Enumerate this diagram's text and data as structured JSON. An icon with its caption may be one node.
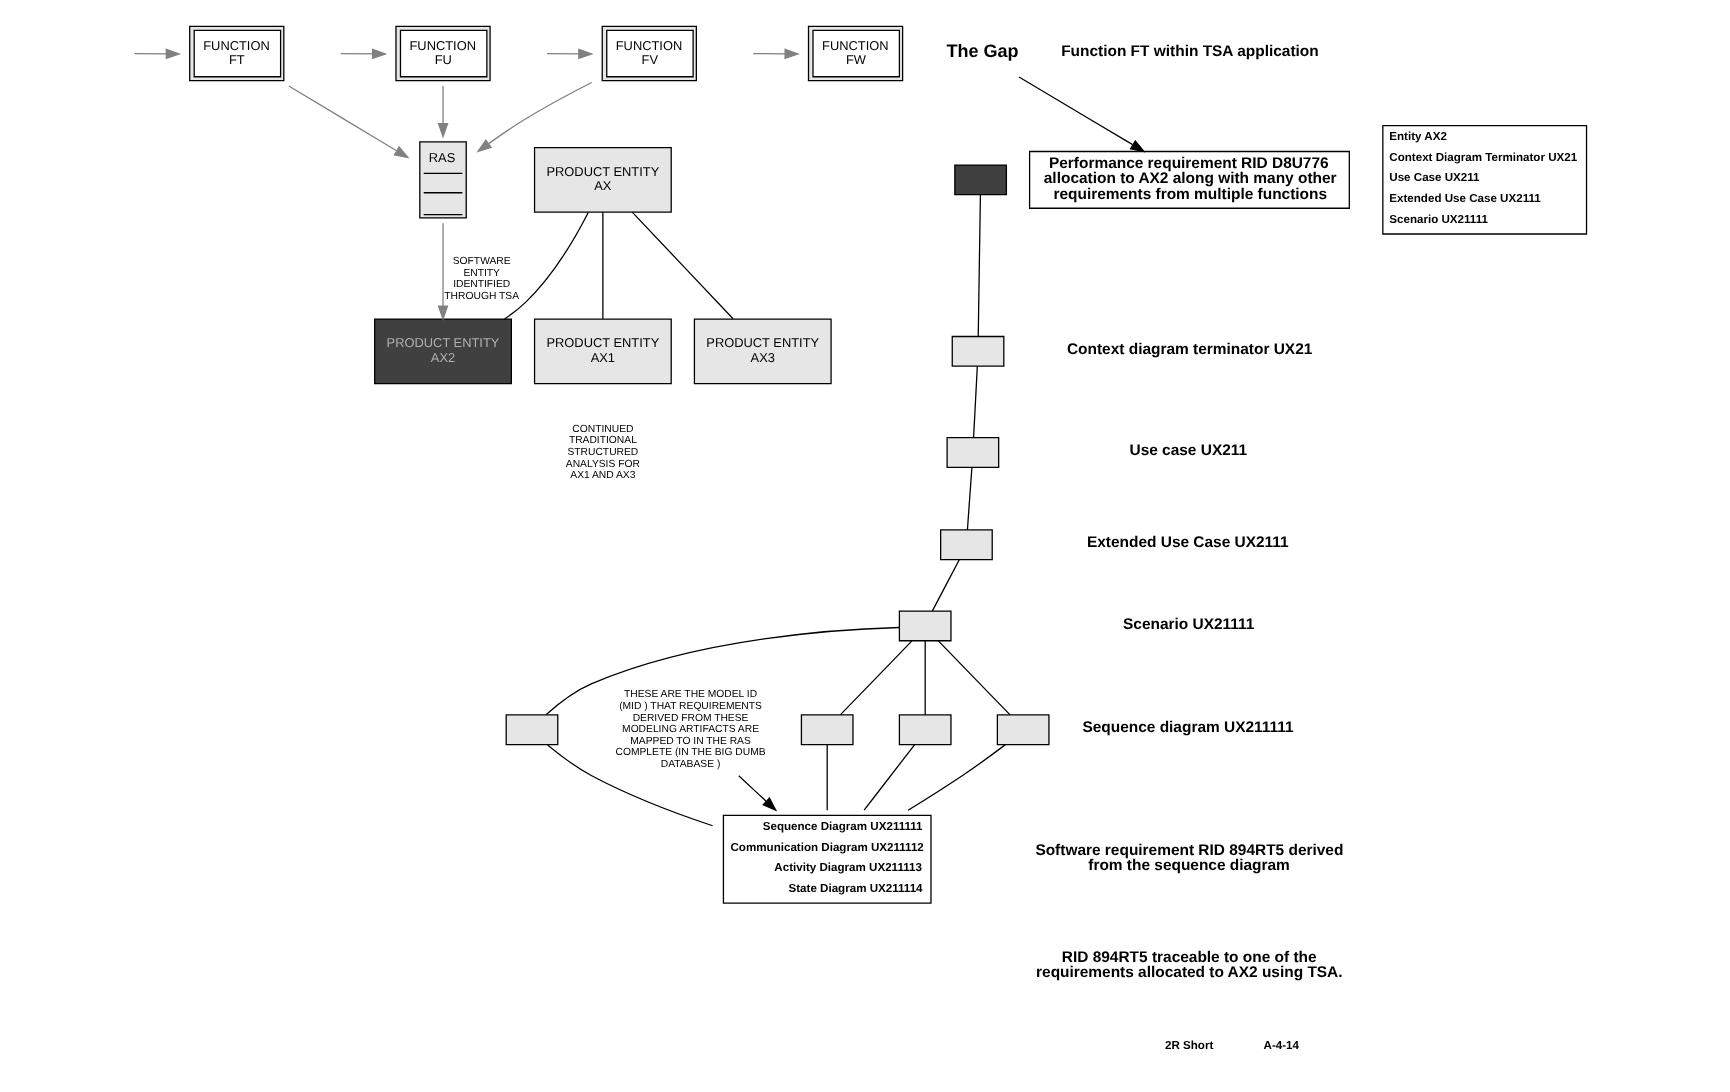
{
  "diagram": {
    "nodes": [
      {
        "text": [
          "FUNCTION FT"
        ]
      },
      {
        "text": [
          "FUNCTION FU"
        ]
      },
      {
        "text": [
          "FUNCTION FV"
        ]
      },
      {
        "text": [
          "FUNCTION FW"
        ]
      },
      {
        "text": [
          "RAS"
        ]
      },
      {
        "text": [
          "PRODUCT ENTITY AX"
        ]
      },
      {
        "text": [
          "PRODUCT ENTITY AX1"
        ]
      },
      {
        "text": [
          "PRODUCT ENTITY AX2"
        ]
      },
      {
        "text": [
          "PRODUCT ENTITY AX3"
        ]
      },
      {
        "text": [
          "The Gap"
        ]
      },
      {
        "text": [
          "Performance requirement RID D8U776 allocation to AX2 along with many other requirements from multiple functions"
        ]
      },
      {
        "text": [],
        "shape": "box"
      },
      {
        "text": [],
        "shape": "box"
      },
      {
        "text": [],
        "shape": "box"
      },
      {
        "text": [],
        "shape": "box"
      },
      {
        "text": [],
        "shape": "box"
      },
      {
        "text": [
          "Entity AX2",
          "Context Diagram Terminator UX21",
          "Use Case UX211",
          "Extended Use Case UX2111",
          "Scenario UX21111"
        ]
      },
      {
        "text": [],
        "shape": "box"
      },
      {
        "text": [],
        "shape": "box"
      },
      {
        "text": [],
        "shape": "box"
      },
      {
        "text": [],
        "shape": "box"
      },
      {
        "text": [
          "THESE ARE THE MODEL ID (MID ) THAT REQUIREMENTS DERIVED FROM THESE MODELING ARTIFACTS ARE MAPPED TO IN THE RAS COMPLETE (IN THE BIG DUMB DATABASE )"
        ]
      },
      {
        "text": [
          "Sequence Diagram UX211111",
          "Communication Diagram UX211112",
          "Activity Diagram UX211113",
          "State Diagram UX211114"
        ]
      }
    ],
    "edges": [
      {
        "from": null,
        "to": 0,
        "arrow": "to",
        "color": "#808080"
      },
      {
        "from": null,
        "to": 1,
        "arrow": "to",
        "color": "#808080"
      },
      {
        "from": null,
        "to": 2,
        "arrow": "to",
        "color": "#808080"
      },
      {
        "from": null,
        "to": 3,
        "arrow": "to",
        "color": "#808080"
      },
      {
        "from": 0,
        "to": 4,
        "arrow": "to",
        "color": "#808080"
      },
      {
        "from": 1,
        "to": 4,
        "arrow": "to",
        "color": "#808080"
      },
      {
        "from": 2,
        "to": 4,
        "arrow": "to",
        "color": "#808080"
      },
      {
        "from": 5,
        "to": 6,
        "arrow": "none"
      },
      {
        "from": 5,
        "to": 7,
        "arrow": "none"
      },
      {
        "from": 5,
        "to": 8,
        "arrow": "none"
      },
      {
        "from": 4,
        "to": 7,
        "arrow": "to",
        "label": "SOFTWARE ENTITY IDENTIFIED THROUGH TSA",
        "color": "#808080"
      },
      {
        "from": 9,
        "to": 10,
        "arrow": "to"
      },
      {
        "from": 11,
        "to": 12,
        "arrow": "none"
      },
      {
        "from": 12,
        "to": 13,
        "arrow": "none"
      },
      {
        "from": 13,
        "to": 14,
        "arrow": "none"
      },
      {
        "from": 14,
        "to": 15,
        "arrow": "none"
      },
      {
        "from": 15,
        "to": 17,
        "arrow": "none"
      },
      {
        "from": 15,
        "to": 18,
        "arrow": "none"
      },
      {
        "from": 15,
        "to": 19,
        "arrow": "none"
      },
      {
        "from": 15,
        "to": 20,
        "arrow": "none"
      },
      {
        "from": 17,
        "to": 22,
        "arrow": "none"
      },
      {
        "from": 18,
        "to": 22,
        "arrow": "none"
      },
      {
        "from": 19,
        "to": 22,
        "arrow": "none"
      },
      {
        "from": 20,
        "to": 22,
        "arrow": "none"
      },
      {
        "from": 21,
        "to": 22,
        "arrow": "to"
      }
    ],
    "labels": [
      "Function FT within TSA application",
      "Context diagram terminator UX21",
      "Use case UX211",
      "Extended Use Case UX2111",
      "Scenario UX21111",
      "Sequence diagram UX211111",
      "Software requirement RID 894RT5 derived from the sequence diagram",
      "RID 894RT5 traceable to one of the requirements allocated to AX2 using TSA.",
      "CONTINUED TRADITIONAL STRUCTURED ANALYSIS FOR AX1 AND AX3",
      "2R Short",
      "A-4-14"
    ]
  }
}
